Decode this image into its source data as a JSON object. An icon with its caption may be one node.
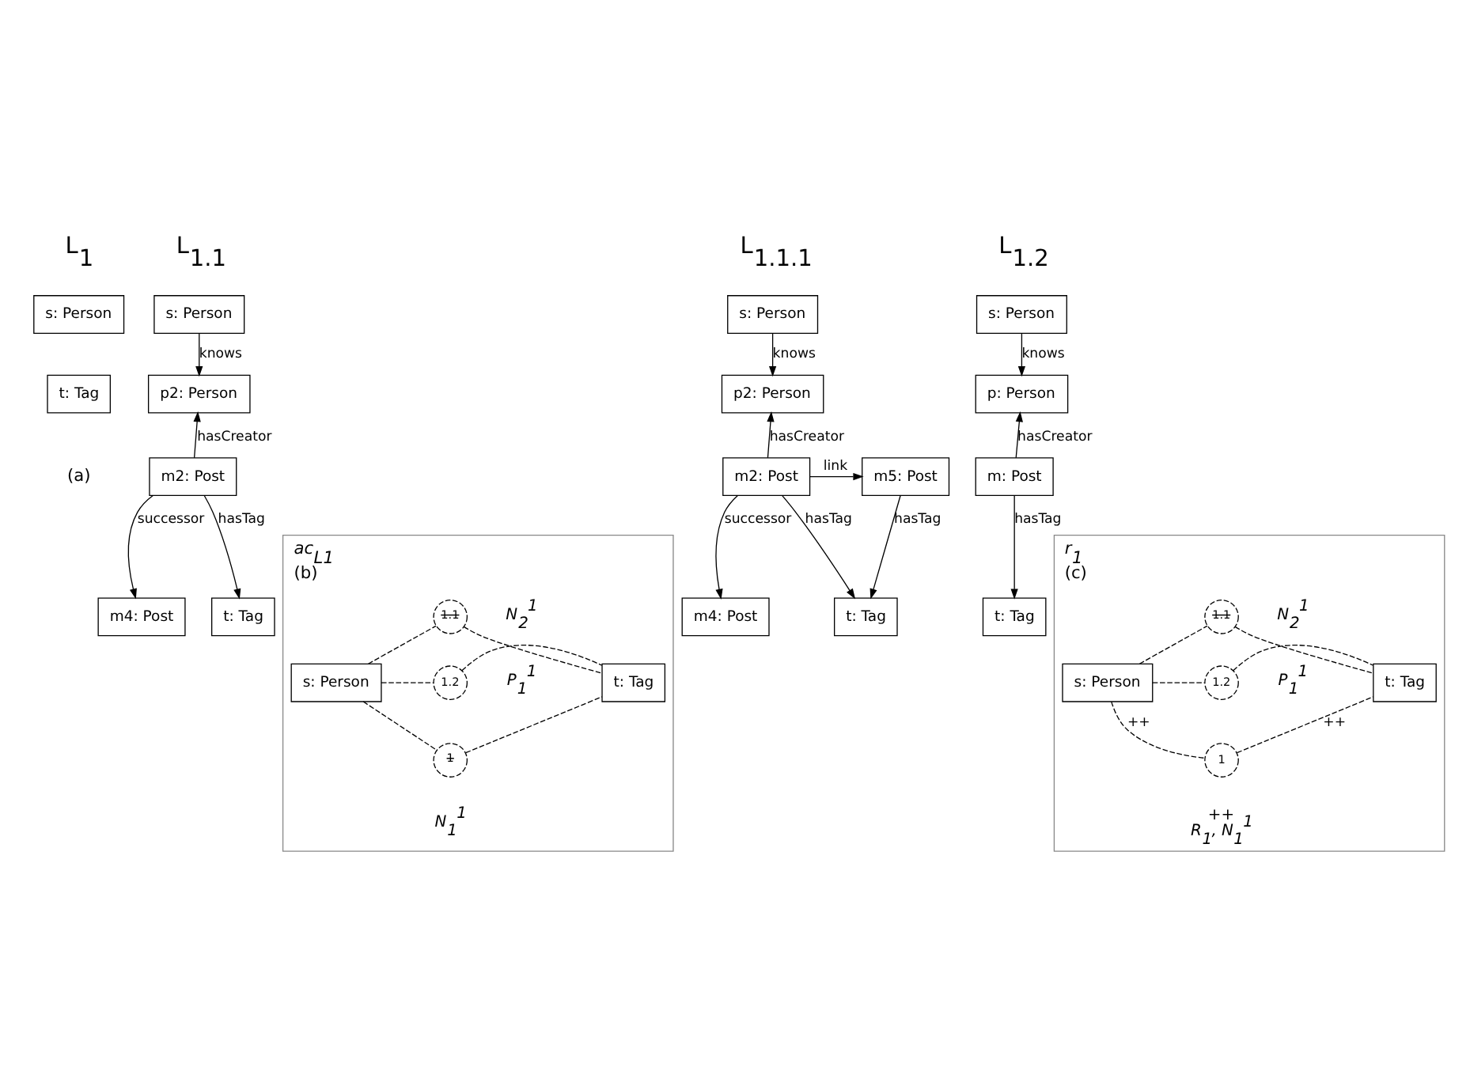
{
  "diagram": {
    "nodes": [
      {
        "text": [
          "s: Person"
        ]
      },
      {
        "text": [
          "t: Tag"
        ]
      },
      {
        "text": [
          "s: Person"
        ]
      },
      {
        "text": [
          "p2: Person"
        ]
      },
      {
        "text": [
          "m2: Post"
        ]
      },
      {
        "text": [
          "m4: Post"
        ]
      },
      {
        "text": [
          "t: Tag"
        ]
      },
      {
        "text": [
          "s: Person"
        ]
      },
      {
        "text": [
          "p2: Person"
        ]
      },
      {
        "text": [
          "m2: Post"
        ]
      },
      {
        "text": [
          "m5: Post"
        ]
      },
      {
        "text": [
          "m4: Post"
        ]
      },
      {
        "text": [
          "t: Tag"
        ]
      },
      {
        "text": [
          "s: Person"
        ]
      },
      {
        "text": [
          "p: Person"
        ]
      },
      {
        "text": [
          "m: Post"
        ]
      },
      {
        "text": [
          "t: Tag"
        ]
      },
      {
        "text": [
          "ac$_{L1}$",
          "(b)"
        ]
      },
      {
        "text": [
          "s: Person"
        ],
        "in": 17
      },
      {
        "text": [
          "t: Tag"
        ],
        "in": 17
      },
      {
        "text": [
          "1.1"
        ],
        "in": 17,
        "beside": [
          "N$_{2}$$^{1}$"
        ]
      },
      {
        "text": [
          "1.2"
        ],
        "in": 17,
        "beside": [
          "P$_{1}$$^{1}$"
        ]
      },
      {
        "text": [
          "1"
        ],
        "in": 17,
        "beside": [
          "N$_{1}$$^{1}$"
        ]
      },
      {
        "text": [
          "r$_{1}$",
          "(c)"
        ]
      },
      {
        "text": [
          "s: Person"
        ],
        "in": 23
      },
      {
        "text": [
          "t: Tag"
        ],
        "in": 23
      },
      {
        "text": [
          "1.1"
        ],
        "in": 23,
        "beside": [
          "N$_{2}$$^{1}$"
        ]
      },
      {
        "text": [
          "1.2"
        ],
        "in": 23,
        "beside": [
          "P$_{1}$$^{1}$"
        ]
      },
      {
        "text": [
          "1"
        ],
        "in": 23,
        "beside": [
          "++",
          "R$_{1}$, N$_{1}$$^{1}$"
        ]
      }
    ],
    "edges": [
      {
        "from": 2,
        "to": 3,
        "arrow": "to",
        "label": "knows"
      },
      {
        "from": 4,
        "to": 3,
        "arrow": "to",
        "label": "hasCreator"
      },
      {
        "from": 4,
        "to": 5,
        "arrow": "to",
        "label": "successor"
      },
      {
        "from": 4,
        "to": 6,
        "arrow": "to",
        "label": "hasTag"
      },
      {
        "from": 7,
        "to": 8,
        "arrow": "to",
        "label": "knows"
      },
      {
        "from": 9,
        "to": 8,
        "arrow": "to",
        "label": "hasCreator"
      },
      {
        "from": 9,
        "to": 10,
        "arrow": "to",
        "label": "link"
      },
      {
        "from": 9,
        "to": 11,
        "arrow": "to",
        "label": "successor"
      },
      {
        "from": 9,
        "to": 12,
        "arrow": "to",
        "label": "hasTag"
      },
      {
        "from": 10,
        "to": 12,
        "arrow": "to",
        "label": "hasTag"
      },
      {
        "from": 13,
        "to": 14,
        "arrow": "to",
        "label": "knows"
      },
      {
        "from": 15,
        "to": 14,
        "arrow": "to",
        "label": "hasCreator"
      },
      {
        "from": 15,
        "to": 16,
        "arrow": "to",
        "label": "hasTag"
      },
      {
        "from": 18,
        "to": 20,
        "arrow": "none",
        "style": "dashed"
      },
      {
        "from": 20,
        "to": 19,
        "arrow": "none",
        "style": "dashed"
      },
      {
        "from": 18,
        "to": 21,
        "arrow": "none",
        "style": "dashed"
      },
      {
        "from": 21,
        "to": 19,
        "arrow": "none",
        "style": "dashed"
      },
      {
        "from": 18,
        "to": 22,
        "arrow": "none",
        "style": "dashed"
      },
      {
        "from": 22,
        "to": 19,
        "arrow": "none",
        "style": "dashed"
      },
      {
        "from": 24,
        "to": 26,
        "arrow": "none",
        "style": "dashed"
      },
      {
        "from": 26,
        "to": 25,
        "arrow": "none",
        "style": "dashed"
      },
      {
        "from": 24,
        "to": 27,
        "arrow": "none",
        "style": "dashed"
      },
      {
        "from": 27,
        "to": 25,
        "arrow": "none",
        "style": "dashed"
      },
      {
        "from": 24,
        "to": 28,
        "arrow": "none",
        "style": "dashed",
        "label": "++"
      },
      {
        "from": 28,
        "to": 25,
        "arrow": "none",
        "style": "dashed",
        "label": "++"
      }
    ],
    "labels": [
      "L$_{1}$",
      "L$_{1.1}$",
      "L$_{1.1.1}$",
      "L$_{1.2}$",
      "(a)"
    ]
  }
}
